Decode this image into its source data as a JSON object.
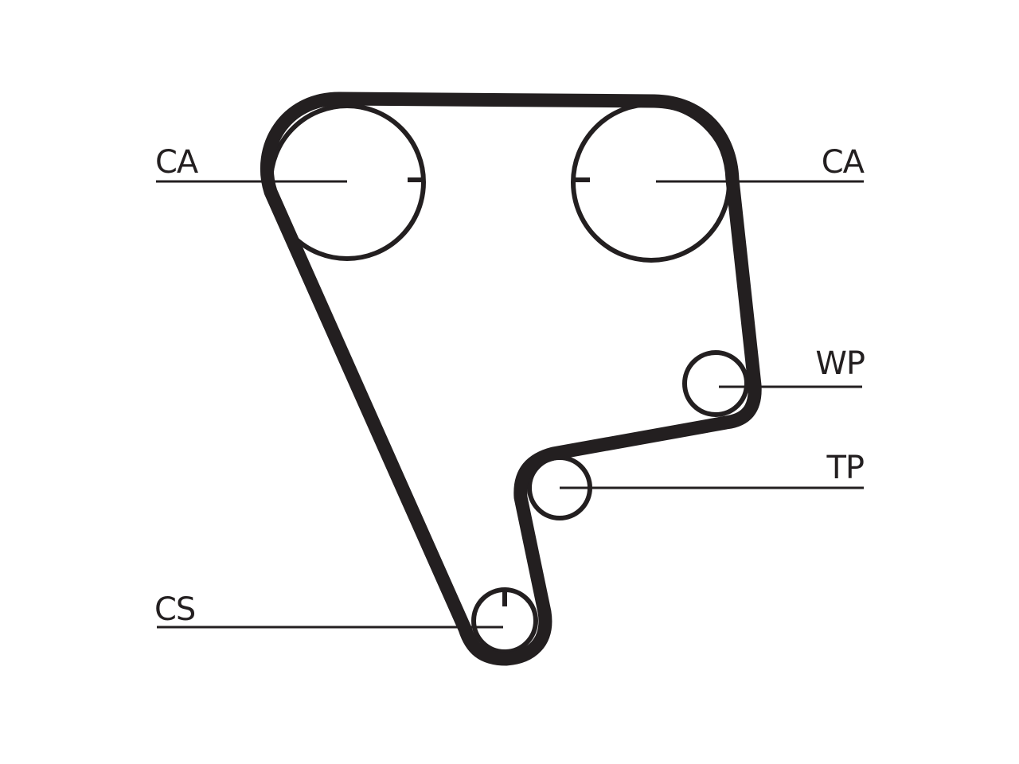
{
  "colors": {
    "ink": "#231f20",
    "background": "#ffffff"
  },
  "labels": {
    "cam_left": "CA",
    "cam_right": "CA",
    "water_pump": "WP",
    "tensioner": "TP",
    "crankshaft": "CS"
  }
}
